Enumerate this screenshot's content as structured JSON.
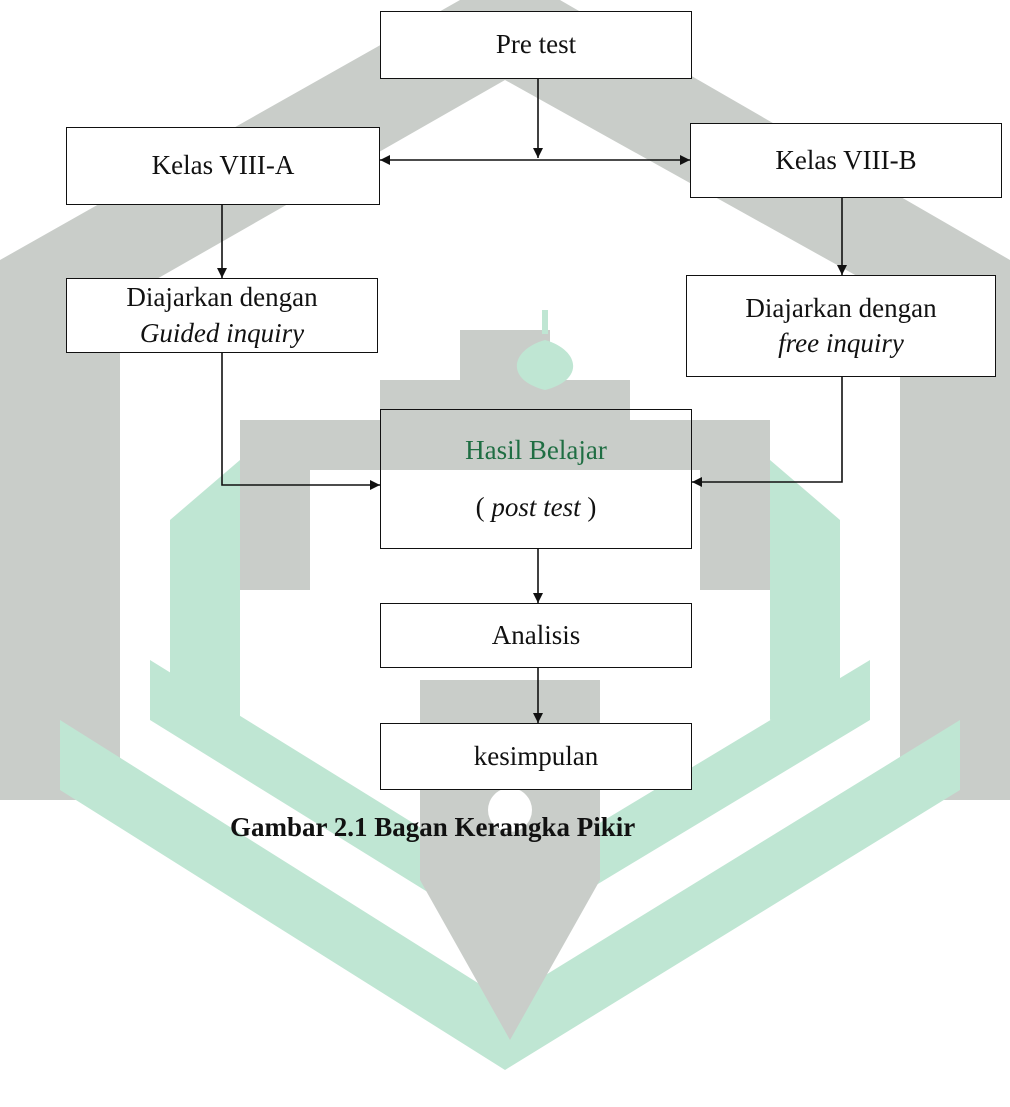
{
  "diagram": {
    "nodes": {
      "pretest": "Pre test",
      "kelas_a": "Kelas VIII-A",
      "kelas_b": "Kelas VIII-B",
      "method_a": {
        "line1": "Diajarkan dengan",
        "line2": "Guided inquiry"
      },
      "method_b": {
        "line1": "Diajarkan dengan",
        "line2": "free inquiry"
      },
      "hasil": {
        "line1": "Hasil Belajar",
        "open": "( ",
        "italic": "post test",
        "close": " )"
      },
      "analisis": "Analisis",
      "kesimpulan": "kesimpulan"
    },
    "caption": "Gambar 2.1 Bagan Kerangka Pikir"
  },
  "colors": {
    "watermark_gray": "#c9cdc9",
    "watermark_green": "#bfe6d3",
    "text_green": "#1f6e43"
  }
}
